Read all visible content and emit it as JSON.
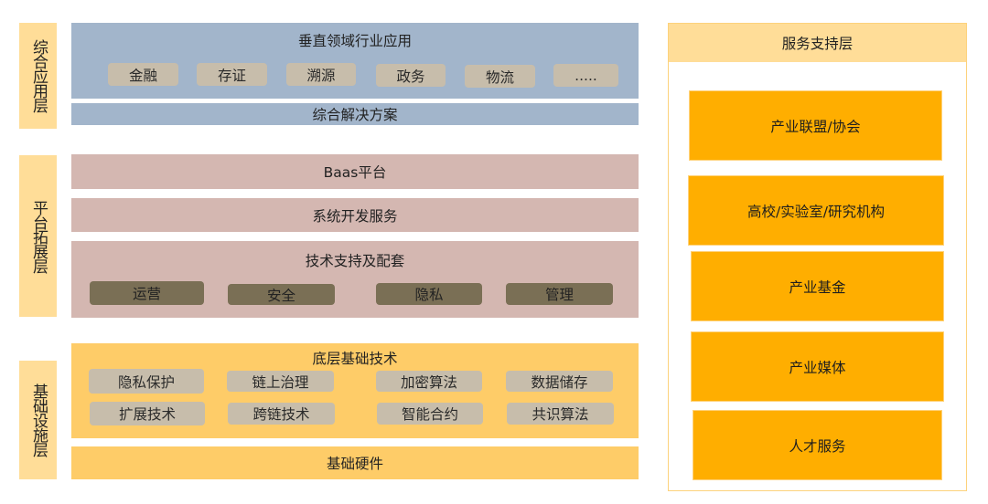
{
  "layers": {
    "application": {
      "label": "综合应用层",
      "vertical": {
        "title": "垂直领域行业应用",
        "items": [
          "金融",
          "存证",
          "溯源",
          "政务",
          "物流",
          "....."
        ]
      },
      "solution": "综合解决方案"
    },
    "platform": {
      "label": "平台拓展层",
      "baas": "Baas平台",
      "dev_service": "系统开发服务",
      "tech_support": {
        "title": "技术支持及配套",
        "items": [
          "运营",
          "安全",
          "隐私",
          "管理"
        ]
      }
    },
    "infrastructure": {
      "label": "基础设施层",
      "base_tech": {
        "title": "底层基础技术",
        "row1": [
          "隐私保护",
          "链上治理",
          "加密算法",
          "数据储存"
        ],
        "row2": [
          "扩展技术",
          "跨链技术",
          "智能合约",
          "共识算法"
        ]
      },
      "hardware": "基础硬件"
    }
  },
  "service_layer": {
    "title": "服务支持层",
    "cards": [
      "产业联盟/协会",
      "高校/实验室/研究机构",
      "产业基金",
      "产业媒体",
      "人才服务"
    ]
  },
  "colors": {
    "application_block": "#a2b5cb",
    "platform_block": "#d4b7b1",
    "infrastructure_block": "#fecc68",
    "side_label": "#ffdd98",
    "tan_pill": "#c7bdab",
    "olive_pill": "#7a6f55",
    "service_card": "#ffae00"
  }
}
